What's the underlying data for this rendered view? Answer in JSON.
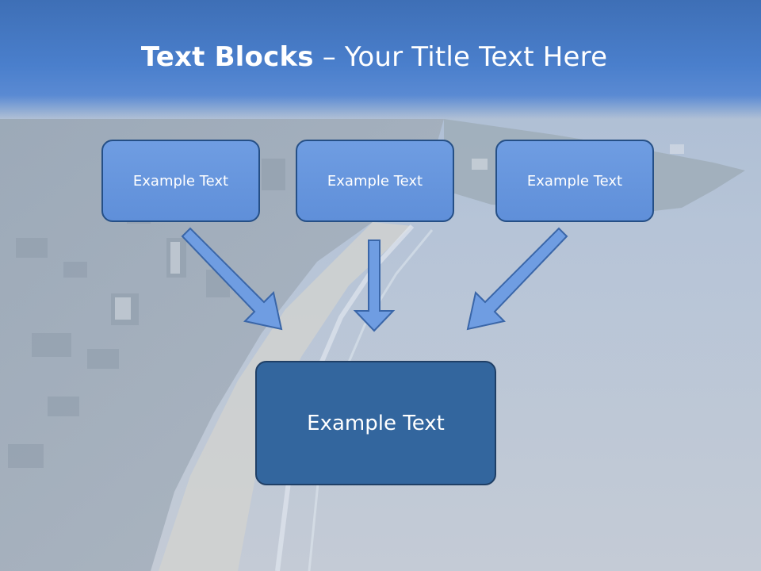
{
  "slide": {
    "title_bold": "Text Blocks",
    "title_rest": " – Your Title Text Here"
  },
  "diagram": {
    "top_boxes": [
      {
        "label": "Example Text"
      },
      {
        "label": "Example Text"
      },
      {
        "label": "Example Text"
      }
    ],
    "result_box": {
      "label": "Example Text"
    }
  },
  "colors": {
    "header": "#4a7fcc",
    "top_box_fill": "#6f9de2",
    "result_box_fill": "#33669e",
    "border": "#254f86",
    "arrow_fill": "#6f9de2"
  }
}
